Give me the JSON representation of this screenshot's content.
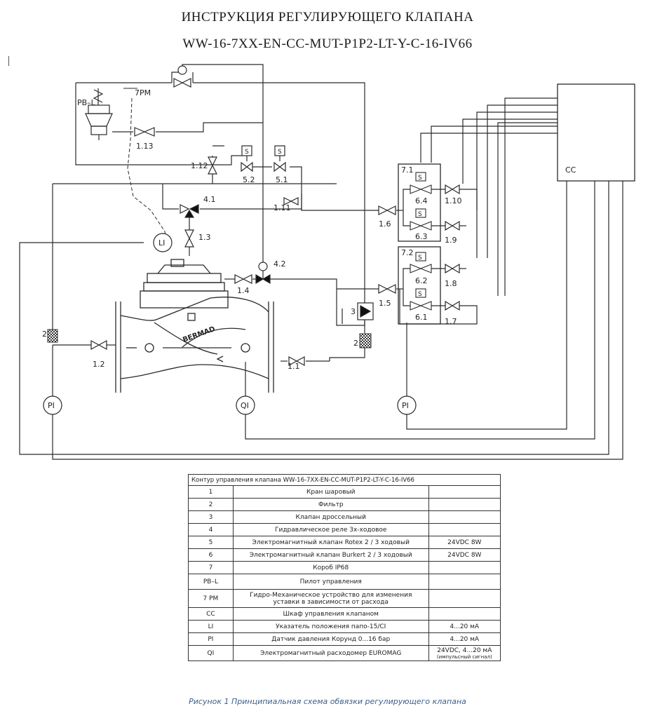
{
  "header": {
    "title": "ИНСТРУКЦИЯ РЕГУЛИРУЮЩЕГО КЛАПАНА",
    "model": "WW-16-7XX-EN-CC-MUT-P1P2-LT-Y-C-16-IV66"
  },
  "diagram": {
    "labels": {
      "pbl": "PB–L",
      "pm7": "7PM",
      "v113": "1.13",
      "v112": "1.12",
      "s52": "5.2",
      "s51": "5.1",
      "s": "S",
      "r41": "4.1",
      "v111": "1.11",
      "v13": "1.3",
      "li": "LI",
      "r42": "4.2",
      "v14": "1.4",
      "v16": "1.6",
      "v15": "1.5",
      "t3": "3",
      "f2a": "2",
      "f2b": "2",
      "v12": "1.2",
      "v11": "1.1",
      "pi1": "PI",
      "qi": "QI",
      "pi2": "PI",
      "b71": "7.1",
      "b72": "7.2",
      "s64": "6.4",
      "s63": "6.3",
      "s62": "6.2",
      "s61": "6.1",
      "v110": "1.10",
      "v19": "1.9",
      "v18": "1.8",
      "v17": "1.7",
      "cc": "CC",
      "brand": "BERMAD"
    }
  },
  "legend": {
    "title": "Контур управления клапана WW-16-7XX-EN-CC-MUT-P1P2-LT-Y-C-16-IV66",
    "rows": [
      {
        "code": "1",
        "desc": "Кран шаровый",
        "val": ""
      },
      {
        "code": "2",
        "desc": "Фильтр",
        "val": ""
      },
      {
        "code": "3",
        "desc": "Клапан дроссельный",
        "val": ""
      },
      {
        "code": "4",
        "desc": "Гидравлическое реле 3х-ходовое",
        "val": ""
      },
      {
        "code": "5",
        "desc": "Электромагнитный клапан Rotex 2 / 3 ходовый",
        "val": "24VDC 8W"
      },
      {
        "code": "6",
        "desc": "Электромагнитный клапан Burkert 2 / 3 ходовый",
        "val": "24VDC 8W"
      },
      {
        "code": "7",
        "desc": "Короб IP68",
        "val": ""
      },
      {
        "code": "PB–L",
        "desc": "Пилот управления",
        "val": ""
      },
      {
        "code": "7 PM",
        "desc": "Гидро-Механическое устройство для изменения уставки в зависимости от расхода",
        "val": ""
      },
      {
        "code": "CC",
        "desc": "Шкаф управления клапаном",
        "val": ""
      },
      {
        "code": "LI",
        "desc": "Указатель положения папо-15/CI",
        "val": "4...20 мА"
      },
      {
        "code": "PI",
        "desc": "Датчик давления Корунд 0...16 бар",
        "val": "4...20 мА"
      },
      {
        "code": "QI",
        "desc": "Электромагнитный расходомер EUROMAG",
        "val": "24VDC, 4...20 мА",
        "val_sub": "(импульсный сигнал)"
      }
    ]
  },
  "caption": "Рисунок 1 Принципиальная схема обвязки регулирующего клапана",
  "colors": {
    "line": "#2a2a2a",
    "caption": "#3a5f8a"
  }
}
